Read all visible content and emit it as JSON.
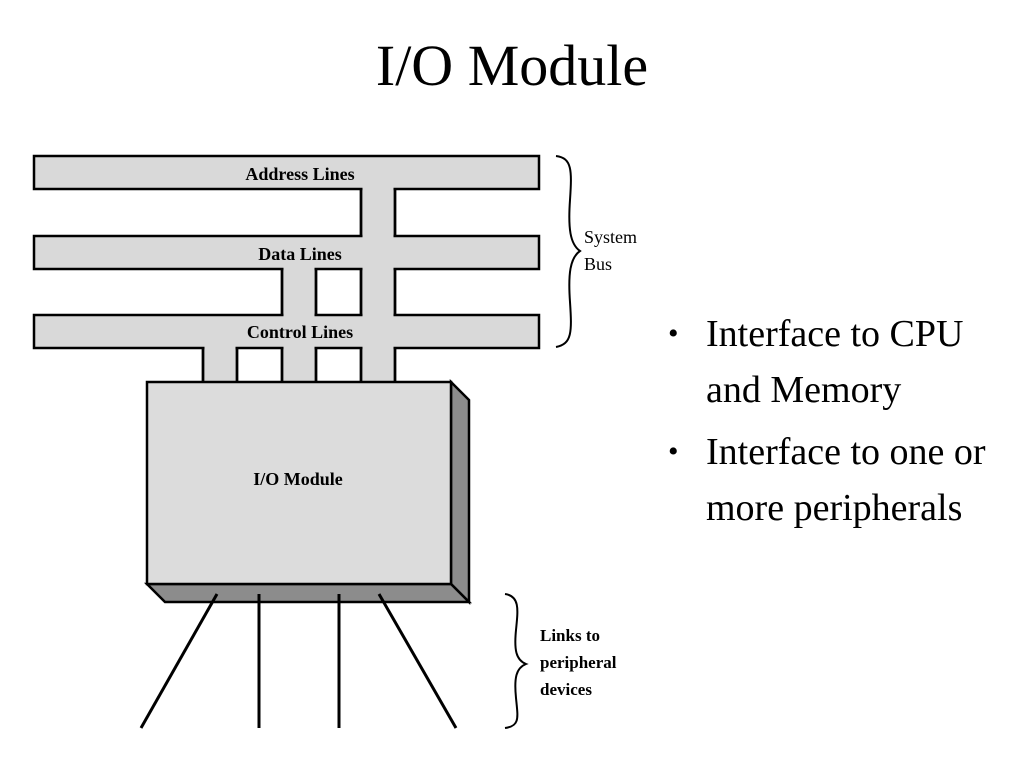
{
  "slide": {
    "title": "I/O Module"
  },
  "diagram": {
    "bus_lines": [
      "Address Lines",
      "Data Lines",
      "Control Lines"
    ],
    "system_bus_label": [
      "System",
      "Bus"
    ],
    "module_label": "I/O Module",
    "links_label": [
      "Links to",
      "peripheral",
      "devices"
    ]
  },
  "bullets": [
    "Interface to CPU and Memory",
    "Interface to one or more peripherals"
  ],
  "colors": {
    "bus_fill": "#d9d9d9",
    "module_fill": "#dcdcdc",
    "module_side": "#8c8c8c",
    "stroke": "#000000"
  }
}
